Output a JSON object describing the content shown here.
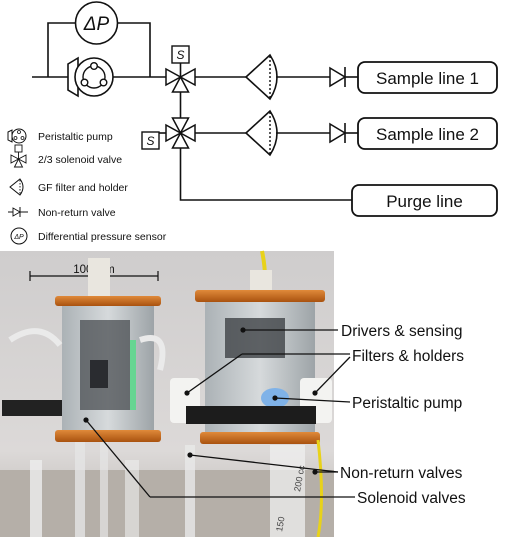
{
  "diagram": {
    "pressure_symbol": "ΔP",
    "valve_badge": "S",
    "outputs": [
      "Sample line 1",
      "Sample line 2",
      "Purge line"
    ]
  },
  "legend": [
    {
      "icon": "peristaltic-pump-icon",
      "label": "Peristaltic pump"
    },
    {
      "icon": "solenoid-valve-icon",
      "label": "2/3 solenoid valve"
    },
    {
      "icon": "gf-filter-holder-icon",
      "label": "GF filter and holder"
    },
    {
      "icon": "non-return-valve-icon",
      "label": "Non-return valve"
    },
    {
      "icon": "differential-pressure-sensor-icon",
      "label": "Differential pressure sensor"
    }
  ],
  "photo": {
    "scale_bar": "100 mm",
    "callouts": [
      "Drivers & sensing",
      "Filters & holders",
      "Peristaltic pump",
      "Non-return valves",
      "Solenoid valves"
    ],
    "syringe_marks": [
      "200 cc",
      "150"
    ]
  },
  "colors": {
    "line": "#111111",
    "housing_orange": "#c8681e",
    "background_wall": "#d9d7d6",
    "floor": "#b9b4ae"
  }
}
